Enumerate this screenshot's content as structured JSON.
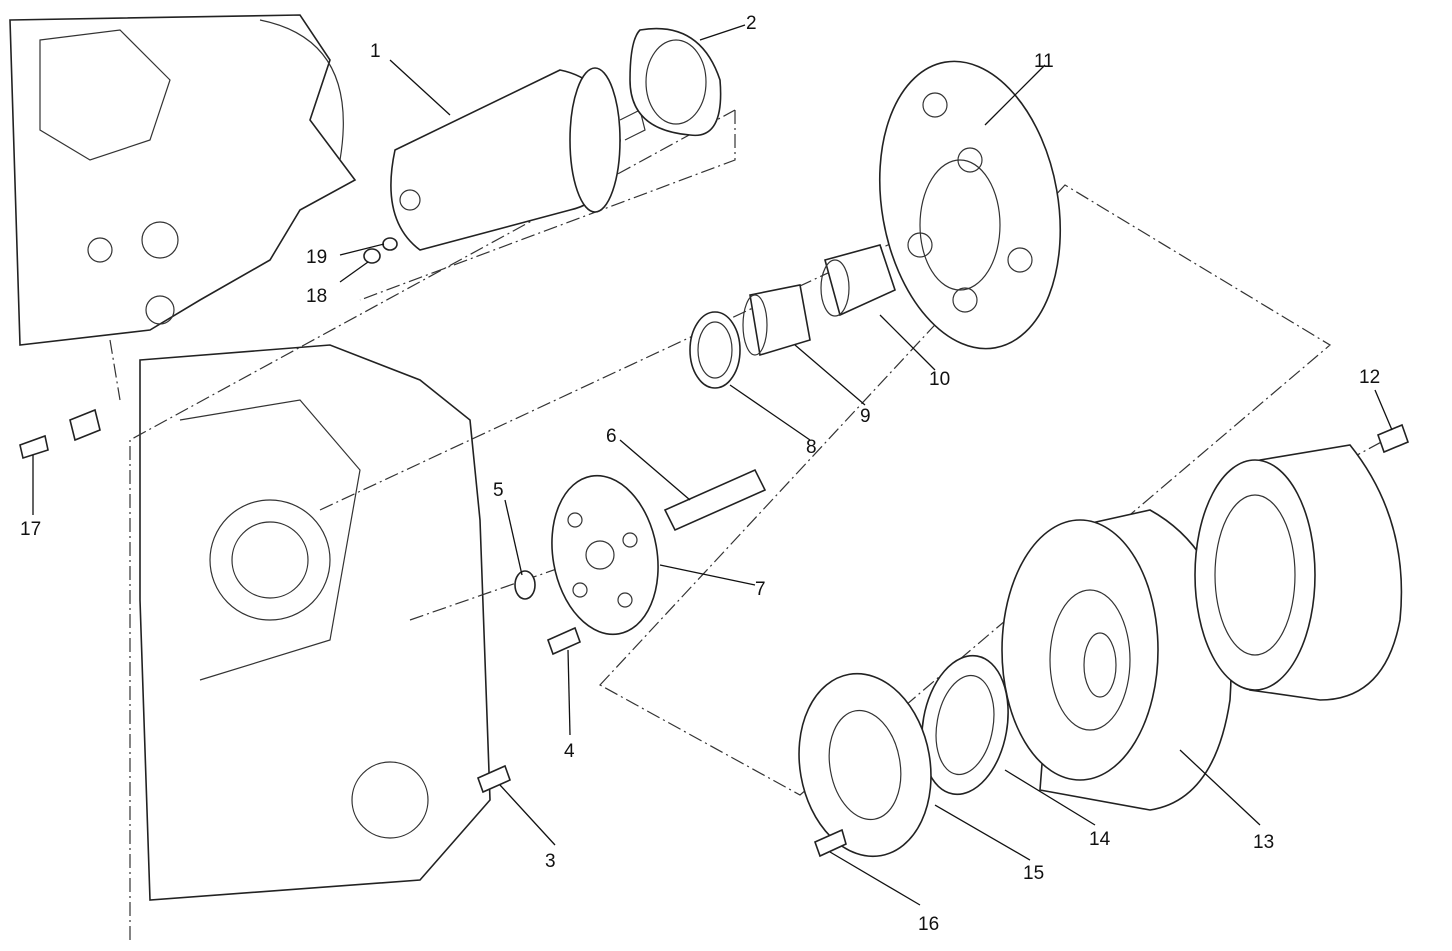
{
  "diagram": {
    "type": "exploded-parts-view",
    "callouts": [
      {
        "id": "1",
        "label": "1"
      },
      {
        "id": "2",
        "label": "2"
      },
      {
        "id": "3",
        "label": "3"
      },
      {
        "id": "4",
        "label": "4"
      },
      {
        "id": "5",
        "label": "5"
      },
      {
        "id": "6",
        "label": "6"
      },
      {
        "id": "7",
        "label": "7"
      },
      {
        "id": "8",
        "label": "8"
      },
      {
        "id": "9",
        "label": "9"
      },
      {
        "id": "10",
        "label": "10"
      },
      {
        "id": "11",
        "label": "11"
      },
      {
        "id": "12",
        "label": "12"
      },
      {
        "id": "13",
        "label": "13"
      },
      {
        "id": "14",
        "label": "14"
      },
      {
        "id": "15",
        "label": "15"
      },
      {
        "id": "16",
        "label": "16"
      },
      {
        "id": "17",
        "label": "17"
      },
      {
        "id": "18",
        "label": "18"
      },
      {
        "id": "19",
        "label": "19"
      }
    ]
  }
}
